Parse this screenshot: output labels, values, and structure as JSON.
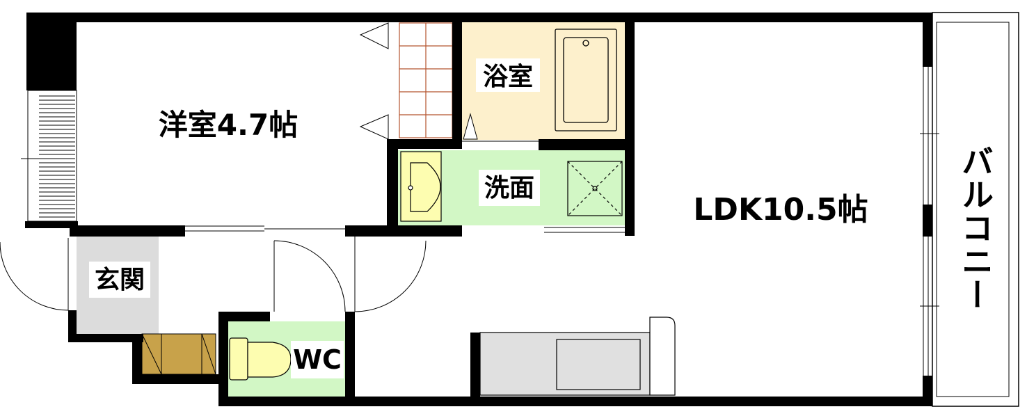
{
  "rooms": {
    "western_room": "洋室4.7帖",
    "bathroom": "浴室",
    "washroom": "洗面",
    "ldk": "LDK10.5帖",
    "entrance": "玄関",
    "toilet": "WC",
    "balcony": "バルコニー"
  },
  "colors": {
    "wall": "#000000",
    "bathroom_floor": "#fdf0cc",
    "wash_floor": "#d2f7c5",
    "entrance_floor": "#dcdcdc",
    "shoe_cabinet": "#c8a24a",
    "fixtures": "#fdfdb0",
    "kitchen": "#e0e0e0"
  }
}
